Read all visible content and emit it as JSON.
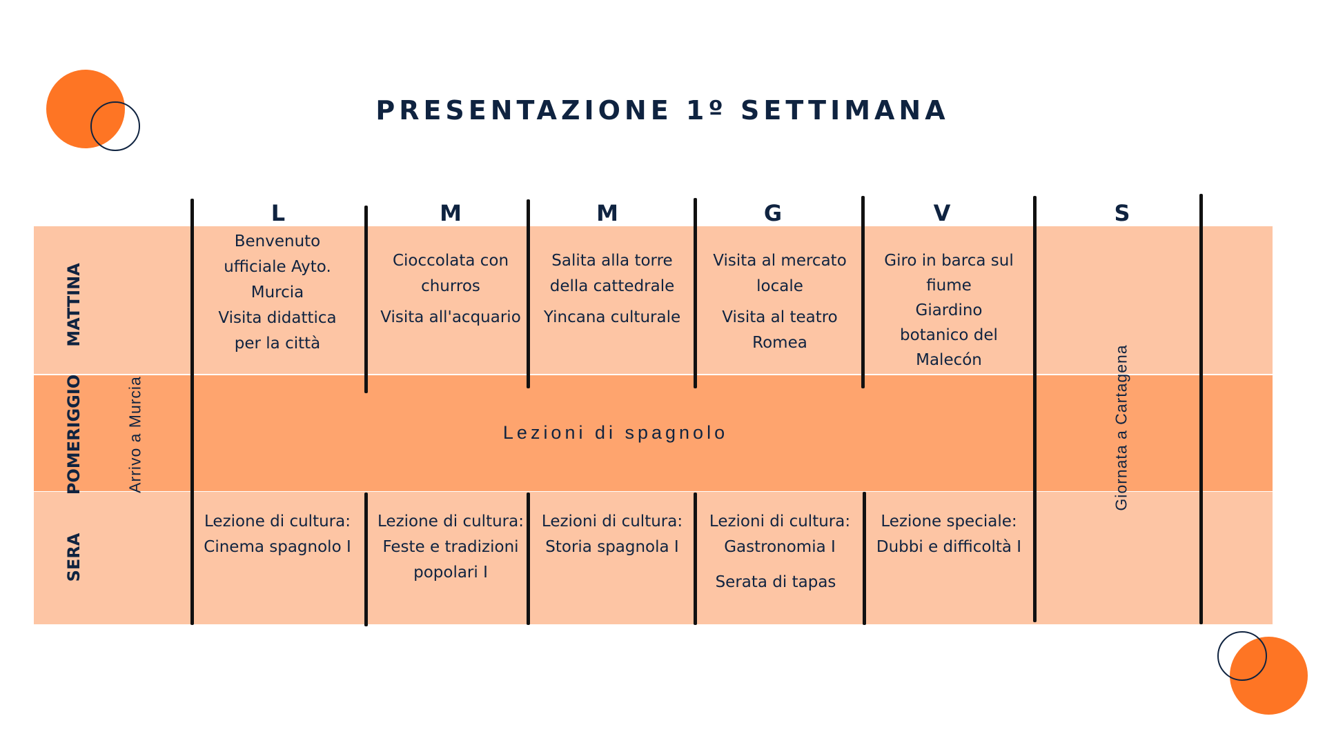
{
  "title": "PRESENTAZIONE 1º SETTIMANA",
  "colors": {
    "accent": "#fe7524",
    "navy": "#0f2340",
    "band_light": "#fdc5a4",
    "band_dark": "#fea46e"
  },
  "days": [
    "L",
    "M",
    "M",
    "G",
    "V",
    "S"
  ],
  "rows": [
    "MATTINA",
    "POMERIGGIO",
    "SERA"
  ],
  "arrival": "Arrivo a Murcia",
  "saturday": "Giornata a Cartagena",
  "afternoon": "Lezioni di spagnolo",
  "morning": [
    {
      "a": [
        "Benvenuto",
        "ufficiale Ayto.",
        "Murcia"
      ],
      "b": [
        "Visita didattica",
        "per la città"
      ]
    },
    {
      "a": [
        "Cioccolata con",
        "churros"
      ],
      "b": [
        "Visita all'acquario"
      ]
    },
    {
      "a": [
        "Salita alla torre",
        "della cattedrale"
      ],
      "b": [
        "Yincana culturale"
      ]
    },
    {
      "a": [
        "Visita al mercato",
        "locale"
      ],
      "b": [
        "Visita al teatro",
        "Romea"
      ]
    },
    {
      "a": [
        "Giro in barca sul",
        "fiume"
      ],
      "b": [
        "Giardino",
        "botanico del",
        "Malecón"
      ]
    }
  ],
  "evening": [
    {
      "a": [
        "Lezione di cultura:",
        "Cinema spagnolo I"
      ],
      "b": []
    },
    {
      "a": [
        "Lezione di cultura:",
        "Feste e tradizioni",
        "popolari I"
      ],
      "b": []
    },
    {
      "a": [
        "Lezioni di cultura:",
        "Storia spagnola I"
      ],
      "b": []
    },
    {
      "a": [
        "Lezioni di cultura:",
        "Gastronomia I"
      ],
      "b": [
        "Serata di tapas"
      ]
    },
    {
      "a": [
        "Lezione speciale:",
        "Dubbi e difficoltà I"
      ],
      "b": []
    }
  ]
}
